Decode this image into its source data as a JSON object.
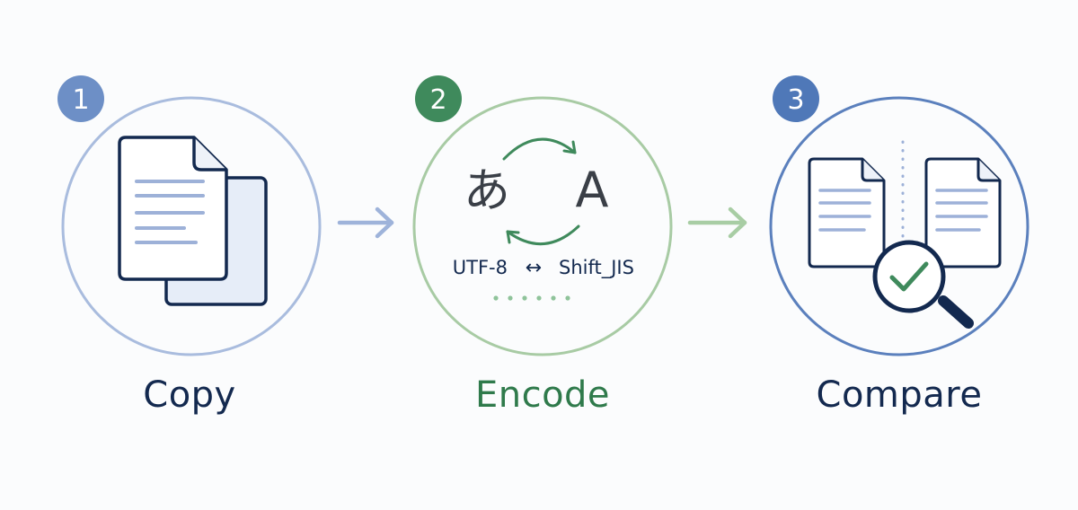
{
  "colors": {
    "step1": "#6d8fc6",
    "step2": "#3f8a5c",
    "step3": "#4f78b8",
    "navy": "#13294f",
    "green_text": "#2f7a4b",
    "ring1": "#a9bcde",
    "ring2": "#a8cba4",
    "ring3": "#5b80bd",
    "arrow1": "#9eb3da",
    "arrow2": "#a8cda4",
    "page_fill": "#ffffff",
    "back_page_fill": "#e6edf8",
    "lines": "#9db1d8"
  },
  "steps": [
    {
      "number": "1",
      "label": "Copy",
      "icon": "documents-copy-icon"
    },
    {
      "number": "2",
      "label": "Encode",
      "icon": "encoding-cycle-icon"
    },
    {
      "number": "3",
      "label": "Compare",
      "icon": "compare-magnifier-icon"
    }
  ],
  "encode": {
    "source_char": "あ",
    "target_char": "A",
    "source_encoding": "UTF-8",
    "bidirectional_arrow": "↔",
    "target_encoding": "Shift_JIS"
  },
  "arrows": [
    "arrow-right-icon",
    "arrow-right-icon"
  ]
}
